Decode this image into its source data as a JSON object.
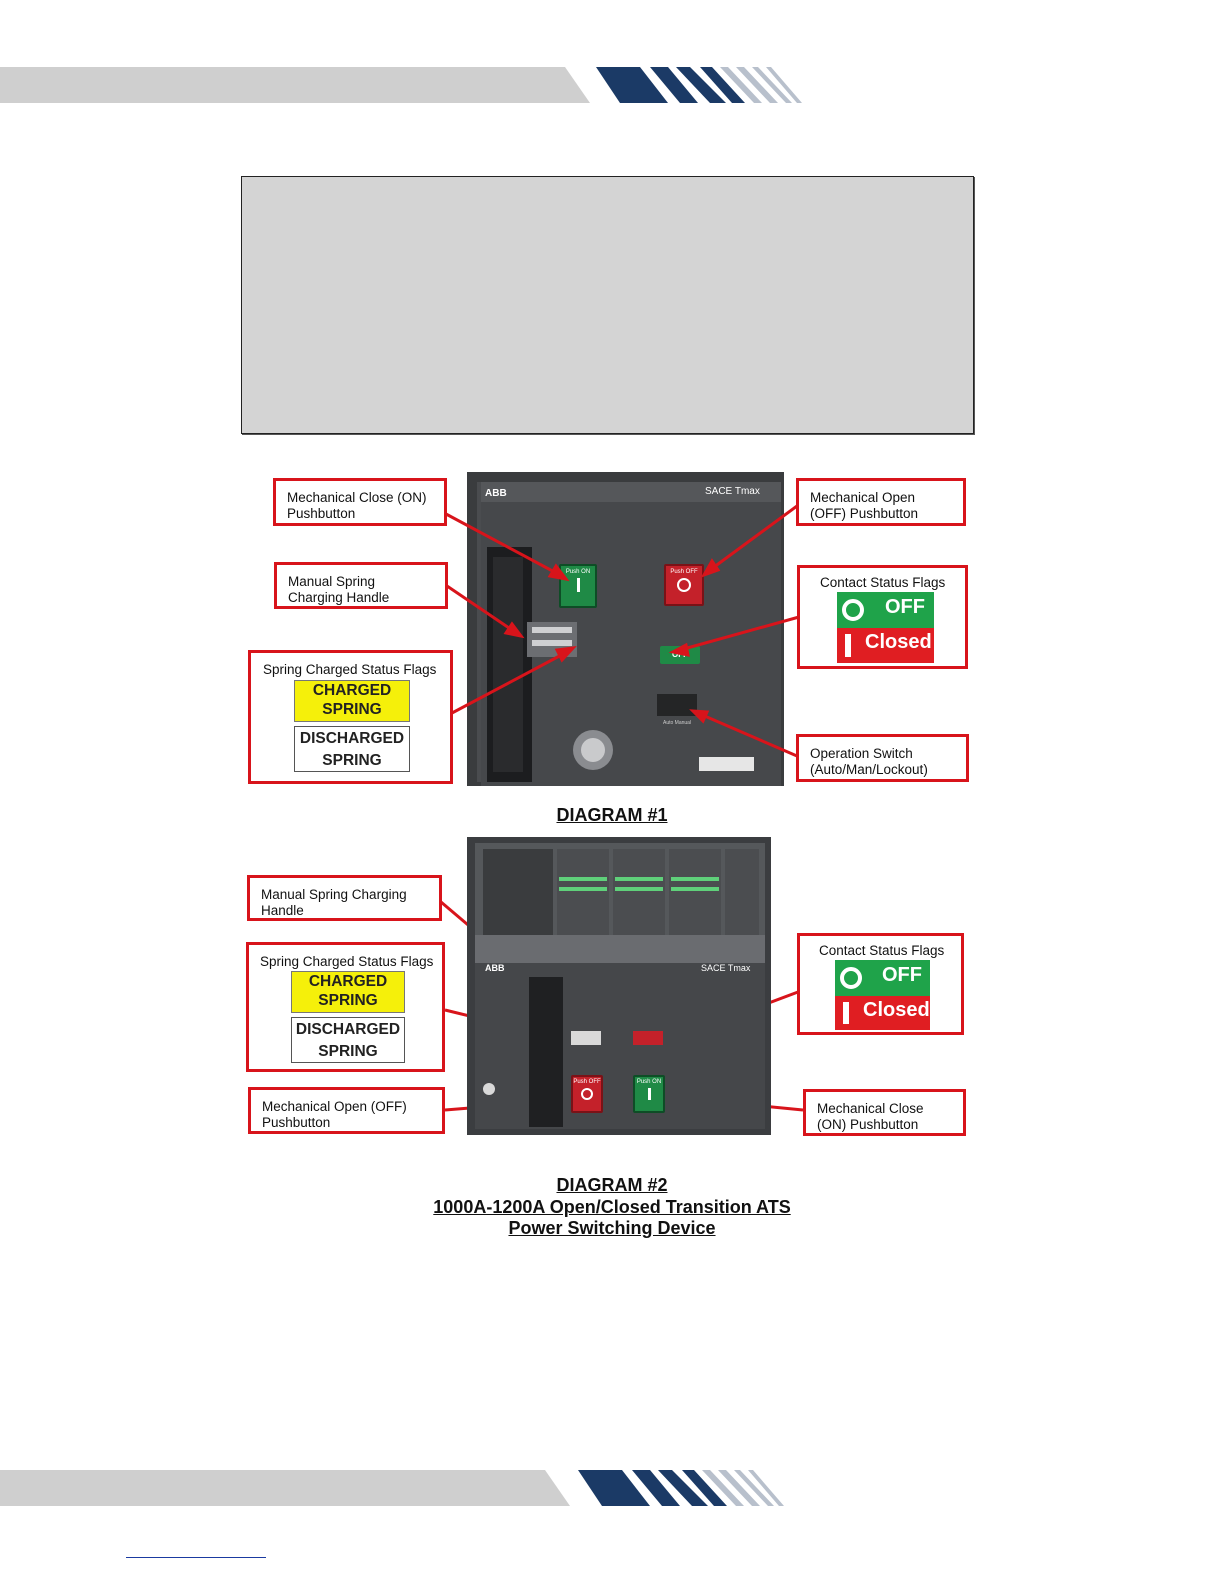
{
  "colors": {
    "callout_red": "#d8141b",
    "brand_navy": "#1b3a66",
    "band_gray": "#cfcfcf"
  },
  "diagram1": {
    "photo": {
      "brand": "ABB",
      "model": "SACE Tmax",
      "push_on": "Push ON",
      "push_off": "Push OFF",
      "off_flag": "OFF",
      "switch_label": "Auto Manual"
    },
    "callouts": {
      "mech_close": "Mechanical Close (ON) Pushbutton",
      "mech_open": "Mechanical Open (OFF) Pushbutton",
      "manual_spring": "Manual Spring Charging Handle",
      "spring_flags_title": "Spring Charged Status Flags",
      "contact_flags_title": "Contact Status Flags",
      "operation_switch_l1": "Operation Switch",
      "operation_switch_l2": "(Auto/Man/Lockout)"
    },
    "caption": "DIAGRAM #1"
  },
  "diagram2": {
    "photo": {
      "brand": "ABB",
      "model": "SACE Tmax",
      "push_on": "Push ON",
      "push_off": "Push OFF"
    },
    "callouts": {
      "manual_spring": "Manual Spring Charging Handle",
      "spring_flags_title": "Spring Charged Status Flags",
      "contact_flags_title": "Contact Status Flags",
      "mech_open": "Mechanical Open (OFF) Pushbutton",
      "mech_close": "Mechanical Close (ON) Pushbutton"
    },
    "caption_line1": "DIAGRAM #2",
    "caption_line2": "1000A-1200A Open/Closed Transition ATS",
    "caption_line3": "Power Switching Device"
  },
  "flags": {
    "charged_l1": "CHARGED",
    "charged_l2": "SPRING",
    "discharged_l1": "DISCHARGED",
    "discharged_l2": "SPRING",
    "off": "OFF",
    "closed": "Closed"
  }
}
